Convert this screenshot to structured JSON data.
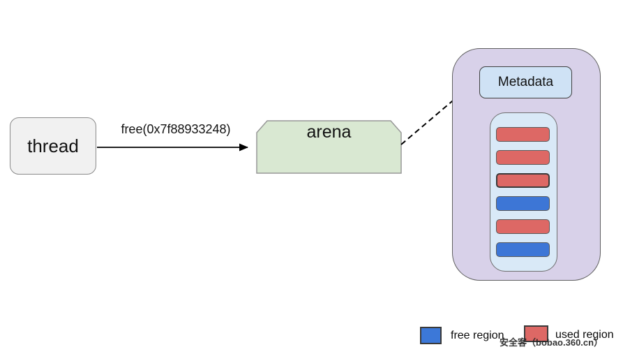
{
  "diagram": {
    "thread": {
      "label": "thread"
    },
    "call": {
      "label": "free(0x7f88933248)"
    },
    "arena": {
      "label": "arena"
    },
    "heap": {
      "metadata_label": "Metadata",
      "chunks": [
        {
          "type": "used"
        },
        {
          "type": "used"
        },
        {
          "type": "used",
          "highlighted": true
        },
        {
          "type": "free"
        },
        {
          "type": "used"
        },
        {
          "type": "free"
        }
      ]
    },
    "legend": [
      {
        "label": "free region",
        "type": "free",
        "color": "#3c78d8"
      },
      {
        "label": "used region",
        "type": "used",
        "color": "#dd6865"
      }
    ],
    "watermark": "安全客（bobao.360.cn）",
    "colors": {
      "thread_fill": "#f1f1f1",
      "arena_fill": "#d9e8d2",
      "heap_fill": "#d8d1e9",
      "metadata_fill": "#cfe2f5",
      "chunk_area_fill": "#d9e9f7",
      "used_region": "#dd6865",
      "free_region": "#3d76d6",
      "arrow": "#000000"
    }
  }
}
